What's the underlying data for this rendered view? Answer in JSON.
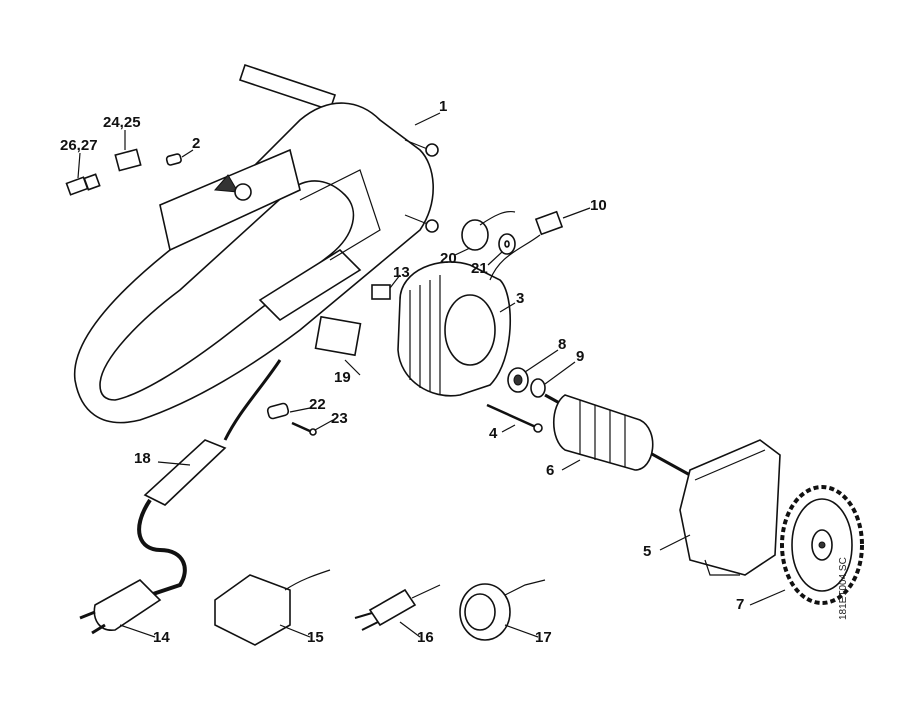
{
  "diagram": {
    "drawing_code": "181ET004 SC",
    "callouts": [
      {
        "id": "c1",
        "text": "1"
      },
      {
        "id": "c2",
        "text": "2"
      },
      {
        "id": "c3",
        "text": "3"
      },
      {
        "id": "c4",
        "text": "4"
      },
      {
        "id": "c5",
        "text": "5"
      },
      {
        "id": "c6",
        "text": "6"
      },
      {
        "id": "c7",
        "text": "7"
      },
      {
        "id": "c8",
        "text": "8"
      },
      {
        "id": "c9",
        "text": "9"
      },
      {
        "id": "c10",
        "text": "10"
      },
      {
        "id": "c13",
        "text": "13"
      },
      {
        "id": "c14",
        "text": "14"
      },
      {
        "id": "c15",
        "text": "15"
      },
      {
        "id": "c16",
        "text": "16"
      },
      {
        "id": "c17",
        "text": "17"
      },
      {
        "id": "c18",
        "text": "18"
      },
      {
        "id": "c19",
        "text": "19"
      },
      {
        "id": "c20",
        "text": "20"
      },
      {
        "id": "c21",
        "text": "21"
      },
      {
        "id": "c22",
        "text": "22"
      },
      {
        "id": "c23",
        "text": "23"
      },
      {
        "id": "c2425",
        "text": "24,25"
      },
      {
        "id": "c2627",
        "text": "26,27"
      }
    ]
  }
}
